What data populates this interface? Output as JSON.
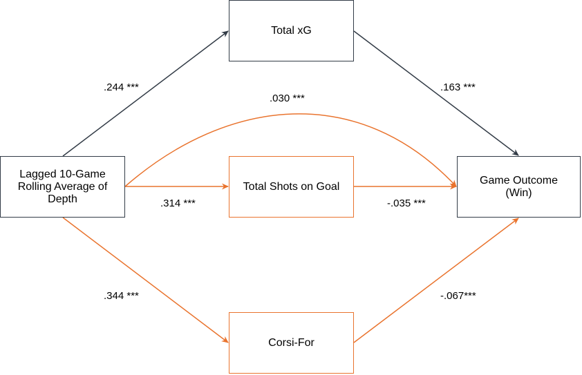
{
  "colors": {
    "dark": "#323b46",
    "orange": "#e9732d"
  },
  "nodes": {
    "depth": {
      "lines": [
        "Lagged 10-Game",
        "Rolling Average of",
        "Depth"
      ]
    },
    "xg": {
      "lines": [
        "Total xG"
      ]
    },
    "shots": {
      "lines": [
        "Total Shots on Goal"
      ]
    },
    "corsi": {
      "lines": [
        "Corsi-For"
      ]
    },
    "outcome": {
      "lines": [
        "Game Outcome",
        "(Win)"
      ]
    }
  },
  "paths": {
    "depth_xg": {
      "coef": ".244 ***"
    },
    "xg_outcome": {
      "coef": ".163 ***"
    },
    "depth_outcome": {
      "coef": ".030 ***"
    },
    "depth_shots": {
      "coef": ".314 ***"
    },
    "shots_outcome": {
      "coef": "-.035 ***"
    },
    "depth_corsi": {
      "coef": ".344 ***"
    },
    "corsi_outcome": {
      "coef": "-.067***"
    }
  }
}
